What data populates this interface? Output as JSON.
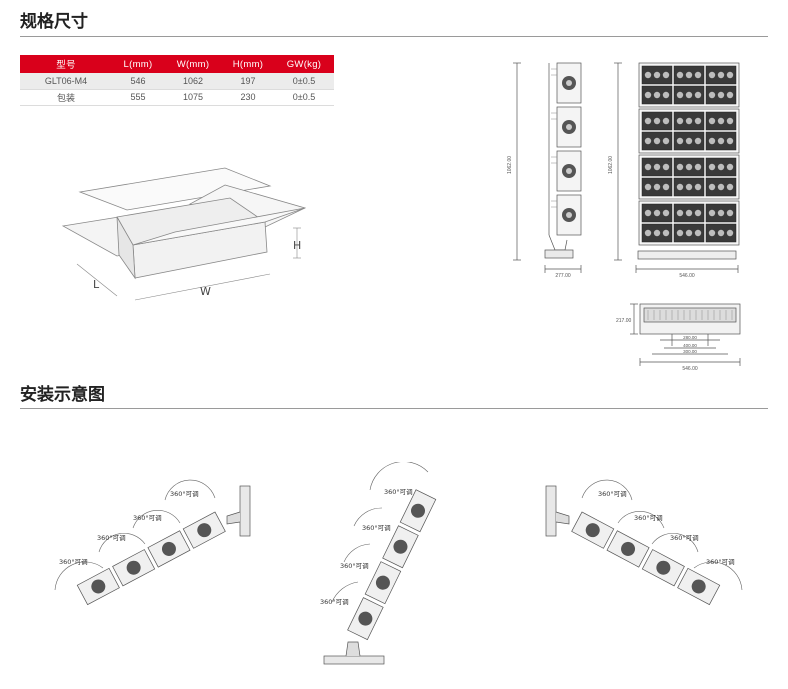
{
  "sections": {
    "spec_title": "规格尺寸",
    "install_title": "安装示意图"
  },
  "table": {
    "headers": [
      "型号",
      "L(mm)",
      "W(mm)",
      "H(mm)",
      "GW(kg)"
    ],
    "rows": [
      [
        "GLT06-M4",
        "546",
        "1062",
        "197",
        "0±0.5"
      ],
      [
        "包装",
        "555",
        "1075",
        "230",
        "0±0.5"
      ]
    ]
  },
  "box_diagram": {
    "label_h": "H",
    "label_l": "L",
    "label_w": "W"
  },
  "drawing_dims": {
    "side_height": "1062.00",
    "side_width": "277.00",
    "front_height": "1062.00",
    "front_width": "546.00",
    "top_depth": "217.00",
    "top_dim_a": "280.00",
    "top_dim_b": "400.00",
    "top_dim_c": "300.00",
    "top_width": "546.00"
  },
  "install": {
    "adjust_label": "360°可调"
  },
  "colors": {
    "accent": "#d9001b",
    "line": "#444444"
  }
}
